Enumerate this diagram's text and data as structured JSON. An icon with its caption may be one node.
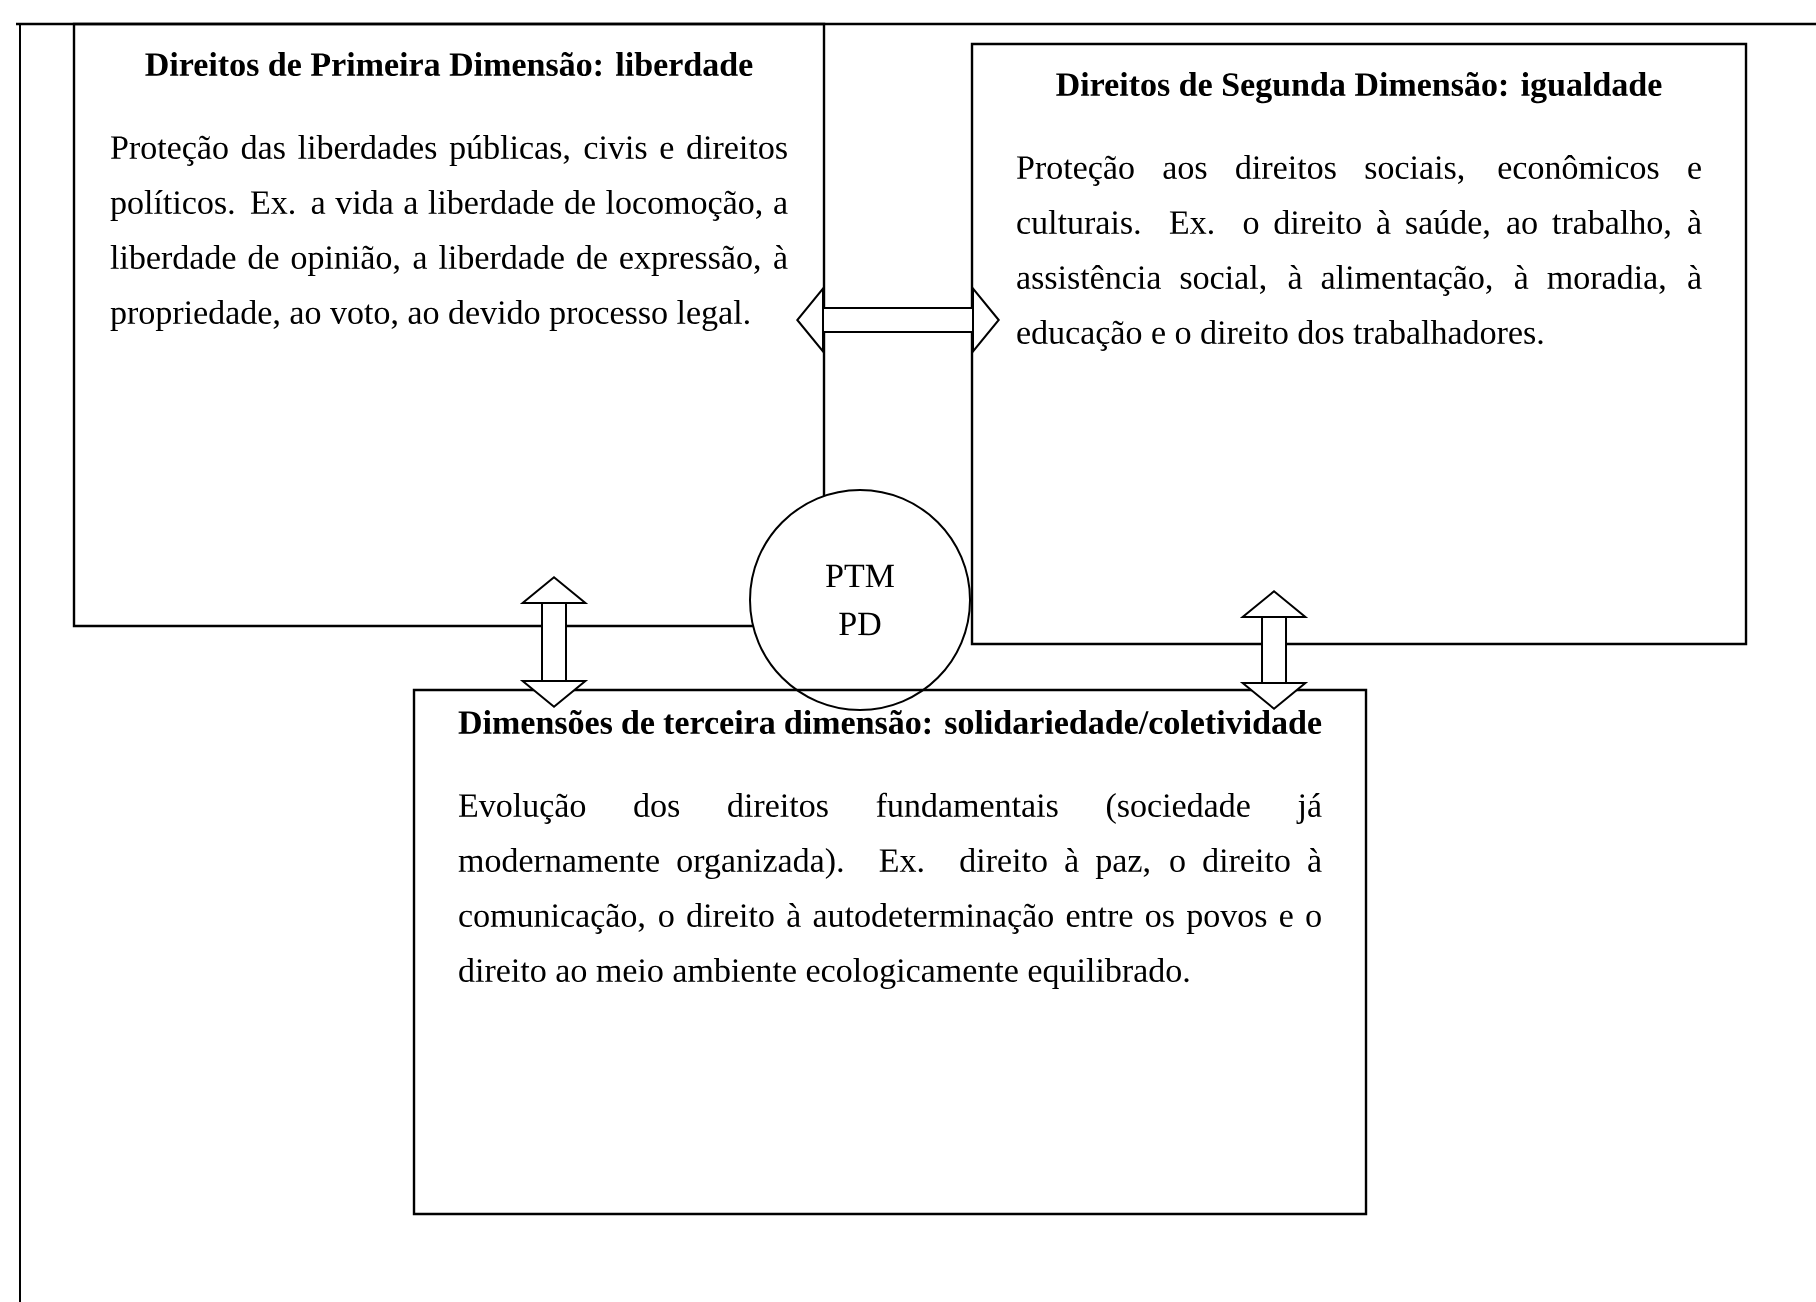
{
  "diagram": {
    "nodes": [
      {
        "text": [
          "Direitos de Primeira Dimensão: liberdade",
          "Proteção das liberdades públicas, civis e direitos políticos. Ex. a vida a liberdade de locomoção, a liberdade de opinião, a liberdade de expressão, à propriedade, ao voto, ao devido processo legal."
        ]
      },
      {
        "text": [
          "Direitos de Segunda Dimensão: igualdade",
          "Proteção aos direitos sociais, econômicos e culturais. Ex. o direito à saúde, ao trabalho, à assistência social, à alimentação, à moradia, à educação e o direito dos trabalhadores."
        ]
      },
      {
        "text": [
          "PTM PD"
        ]
      },
      {
        "text": [
          "Dimensões de terceira dimensão: solidariedade/coletividade",
          "Evolução dos direitos fundamentais (sociedade já modernamente organizada). Ex. direito à paz, o direito à comunicação, o direito à autodeterminação entre os povos e o direito ao meio ambiente ecologicamente equilibrado."
        ]
      }
    ],
    "edges": [
      {
        "from": 0,
        "to": 1,
        "arrow": "both"
      },
      {
        "from": 0,
        "to": 3,
        "arrow": "both"
      },
      {
        "from": 1,
        "to": 3,
        "arrow": "both"
      }
    ]
  }
}
